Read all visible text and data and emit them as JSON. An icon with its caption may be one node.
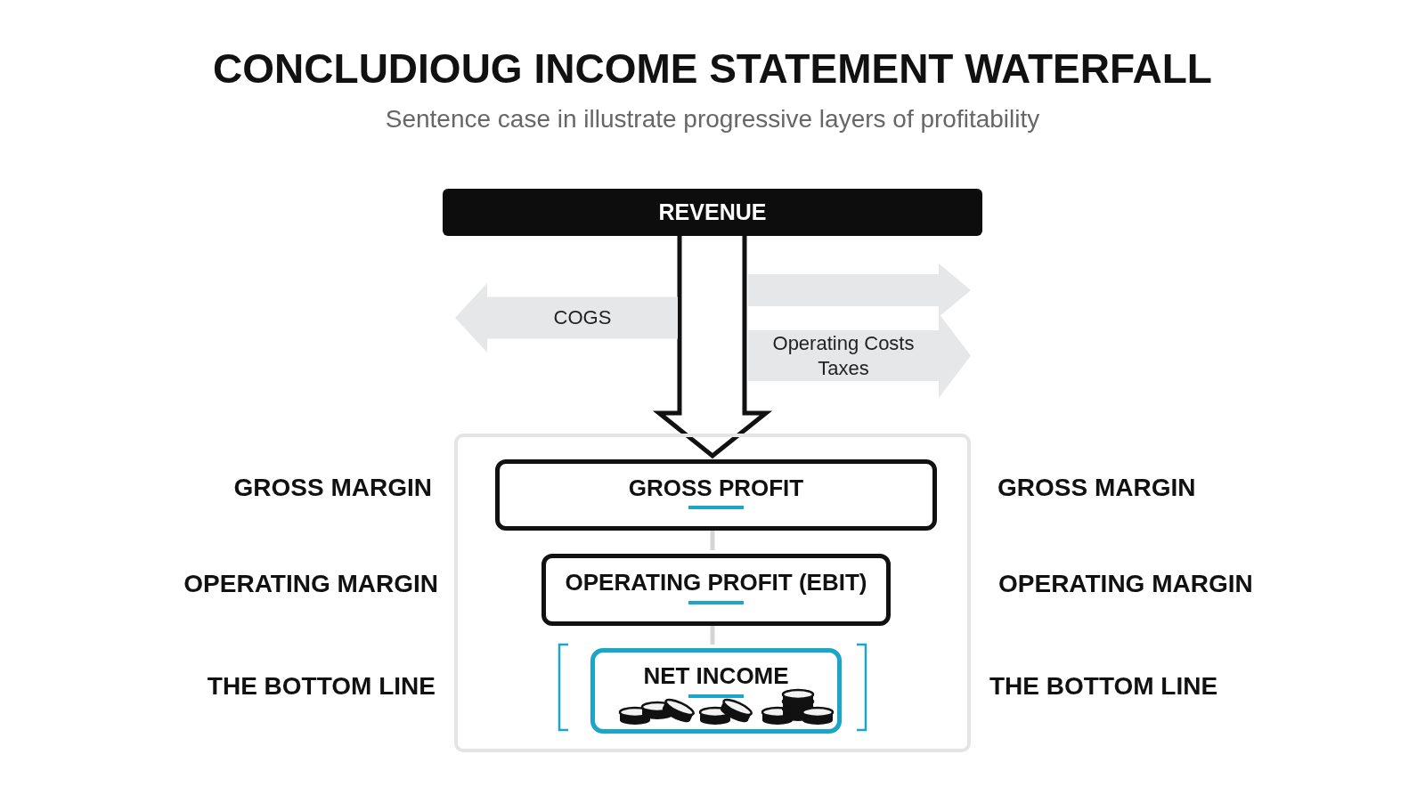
{
  "diagram": {
    "title": "CONCLUDIOUG INCOME STATEMENT WATERFALL",
    "nodes": [
      {
        "text": [
          "REVENUE"
        ]
      },
      {
        "text": [
          "COGS"
        ]
      },
      {
        "text": [
          "Operating Costs",
          "Taxes"
        ]
      },
      {
        "text": [],
        "shape": "box"
      },
      {
        "text": [
          "GROSS PROFIT"
        ],
        "in": 3
      },
      {
        "text": [
          "OPERATING PROFIT (EBIT)"
        ],
        "in": 3
      },
      {
        "text": [
          "NET INCOME"
        ],
        "in": 3
      }
    ],
    "edges": [
      {
        "from": 0,
        "to": 4,
        "arrow": "to",
        "color": "#111111"
      },
      {
        "from": 4,
        "to": 5,
        "arrow": "none"
      },
      {
        "from": 5,
        "to": 6,
        "arrow": "none"
      },
      {
        "from": 0,
        "to": null,
        "arrow": "to",
        "style": "thick",
        "color": "#e6e7e9"
      }
    ],
    "labels": [
      "Sentence case in illustrate progressive layers of profitability",
      "GROSS MARGIN",
      "GROSS MARGIN",
      "OPERATING MARGIN",
      "OPERATING MARGIN",
      "THE BOTTOM LINE",
      "THE BOTTOM LINE"
    ]
  }
}
